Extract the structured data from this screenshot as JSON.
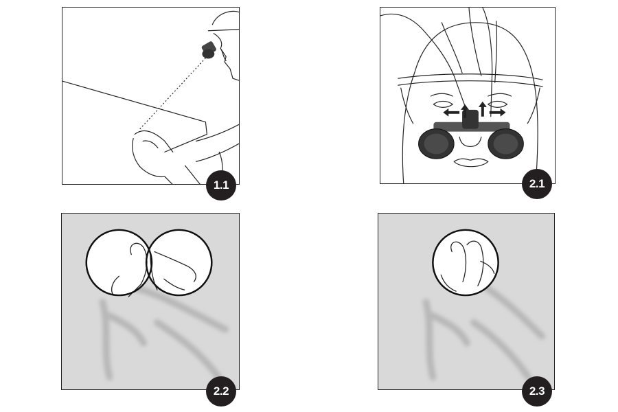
{
  "steps": [
    {
      "label": "1.1"
    },
    {
      "label": "2.1"
    },
    {
      "label": "2.2"
    },
    {
      "label": "2.3"
    }
  ],
  "colors": {
    "line": "#222222",
    "panel_gray": "#d9d9d9",
    "badge": "#231f20",
    "badge_text": "#ffffff"
  }
}
